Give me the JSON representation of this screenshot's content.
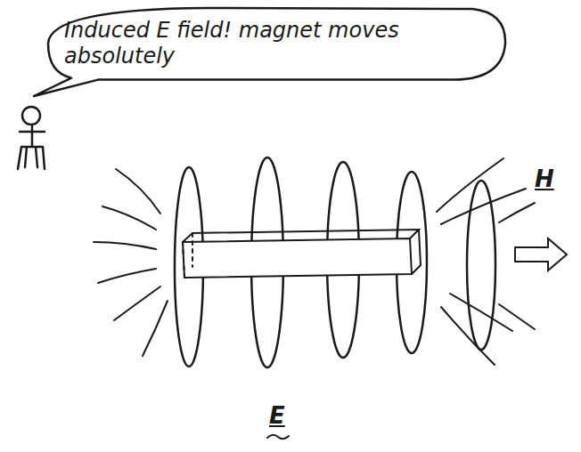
{
  "diagram": {
    "nodes": [
      {
        "text": [
          "Induced E field! magnet moves absolutely"
        ]
      }
    ],
    "labels": [
      "H",
      "E"
    ]
  }
}
